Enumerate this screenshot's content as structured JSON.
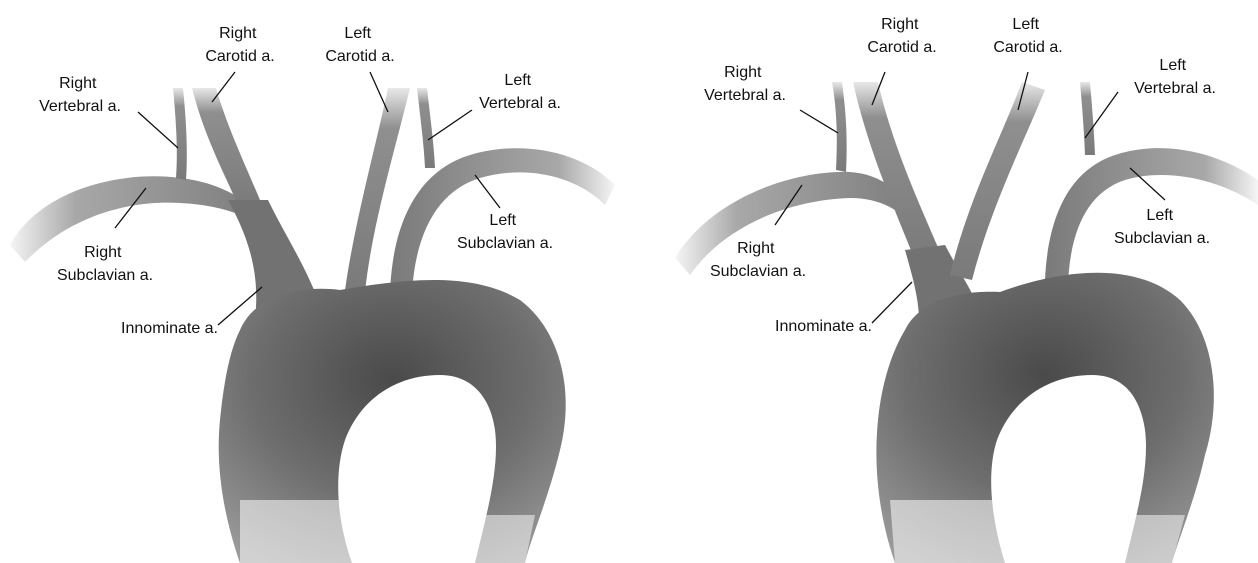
{
  "panels": [
    {
      "id": "left",
      "labels": {
        "right_carotid": [
          "Right",
          "Carotid a."
        ],
        "left_carotid": [
          "Left",
          "Carotid a."
        ],
        "right_vertebral": [
          "Right",
          "Vertebral a."
        ],
        "left_vertebral": [
          "Left",
          "Vertebral a."
        ],
        "right_subclavian": [
          "Right",
          "Subclavian a."
        ],
        "left_subclavian": [
          "Left",
          "Subclavian a."
        ],
        "innominate": [
          "Innominate a."
        ]
      }
    },
    {
      "id": "right",
      "labels": {
        "right_carotid": [
          "Right",
          "Carotid a."
        ],
        "left_carotid": [
          "Left",
          "Carotid a."
        ],
        "right_vertebral": [
          "Right",
          "Vertebral a."
        ],
        "left_vertebral": [
          "Left",
          "Vertebral a."
        ],
        "right_subclavian": [
          "Right",
          "Subclavian a."
        ],
        "left_subclavian": [
          "Left",
          "Subclavian a."
        ],
        "innominate": [
          "Innominate a."
        ]
      }
    }
  ],
  "colors": {
    "vessel": "#808080",
    "vessel_dark": "#5f5f5f",
    "background": "#ffffff",
    "text": "#111111"
  }
}
